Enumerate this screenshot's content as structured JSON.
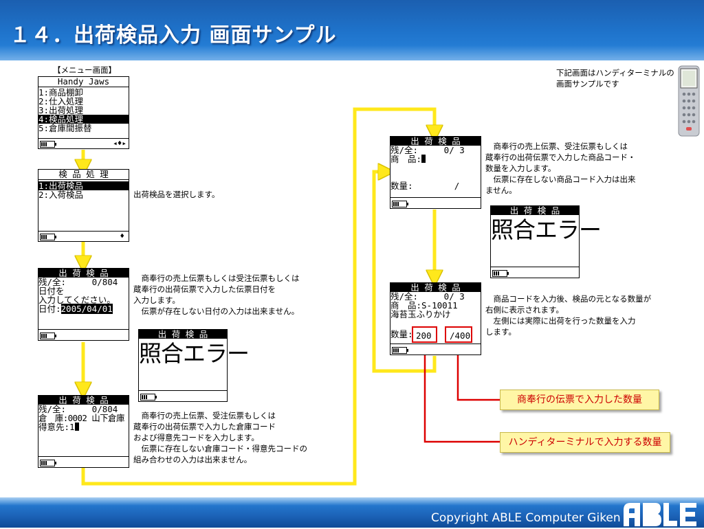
{
  "header": {
    "title": "１４．出荷検品入力 画面サンプル"
  },
  "menu_label": "【メニュー画面】",
  "screen1": {
    "title": "Handy Jaws",
    "items": [
      "1:商品棚卸",
      "2:仕入処理",
      "3:出荷処理",
      "4:検品処理",
      "5:倉庫間振替"
    ],
    "selected_index": 3,
    "scroll_glyph": "◂♦▸"
  },
  "screen2": {
    "title": "検 品 処 理",
    "items": [
      "1:出荷検品",
      "2:入荷検品"
    ],
    "selected_index": 0,
    "scroll_glyph": "♦"
  },
  "desc2": "出荷検品を選択します。",
  "screen3": {
    "title": "出 荷 検 品",
    "count_row": "残/全:     0/804",
    "lines": [
      "日付を",
      "入力してください。"
    ],
    "date_label": "日付:",
    "date_value": "2005/04/01"
  },
  "desc3": [
    "　商奉行の売上伝票もしくは受注伝票もしくは",
    "蔵奉行の出荷伝票で入力した伝票日付を",
    "入力します。",
    "　伝票が存在しない日付の入力は出来ません。"
  ],
  "error3": {
    "title": "出 荷 検 品",
    "message": "照合エラー"
  },
  "screen4": {
    "title": "出 荷 検 品",
    "count_row": "残/全:     0/804",
    "warehouse": "倉　庫:0002 山下倉庫",
    "customer": "得意先:1"
  },
  "desc4": [
    "　商奉行の売上伝票、受注伝票もしくは",
    "蔵奉行の出荷伝票で入力した倉庫コード",
    "および得意先コードを入力します。",
    "　伝票に存在しない倉庫コード・得意先コードの",
    "組み合わせの入力は出来ません。"
  ],
  "terminal_note": [
    "下記画面はハンディターミナルの",
    "画面サンプルです"
  ],
  "screen5": {
    "title": "出 荷 検 品",
    "count_row": "残/全:     0/ 3",
    "product": "商　品:",
    "qty": "数量:        /"
  },
  "desc5": [
    "　商奉行の売上伝票、受注伝票もしくは",
    "蔵奉行の出荷伝票で入力した商品コード・",
    "数量を入力します。",
    "　伝票に存在しない商品コード入力は出来",
    "ません。"
  ],
  "error5": {
    "title": "出 荷 検 品",
    "message": "照合エラー"
  },
  "screen6": {
    "title": "出 荷 検 品",
    "count_row": "残/全:     0/ 3",
    "product": "商　品:S-10011",
    "product_name": "海苔玉ふりかけ",
    "qty_label": "数量:",
    "qty_input": "200",
    "qty_expected": "/400"
  },
  "desc6": [
    "　商品コードを入力後、検品の元となる数量が",
    "右側に表示されます。",
    "　左側には実際に出荷を行った数量を入力",
    "します。"
  ],
  "callouts": {
    "slip_qty": "商奉行の伝票で入力した数量",
    "handy_qty": "ハンディターミナルで入力する数量"
  },
  "footer": {
    "copyright": "Copyright ABLE Computer Giken"
  },
  "colors": {
    "arrow": "#ffe81c",
    "arrow_stroke": "#e0c800",
    "red": "#dd0000",
    "header": "#1f74cc"
  },
  "icons": [
    "battery-icon",
    "scroll-icon",
    "cursor-icon",
    "handy-terminal-icon",
    "able-logo"
  ]
}
